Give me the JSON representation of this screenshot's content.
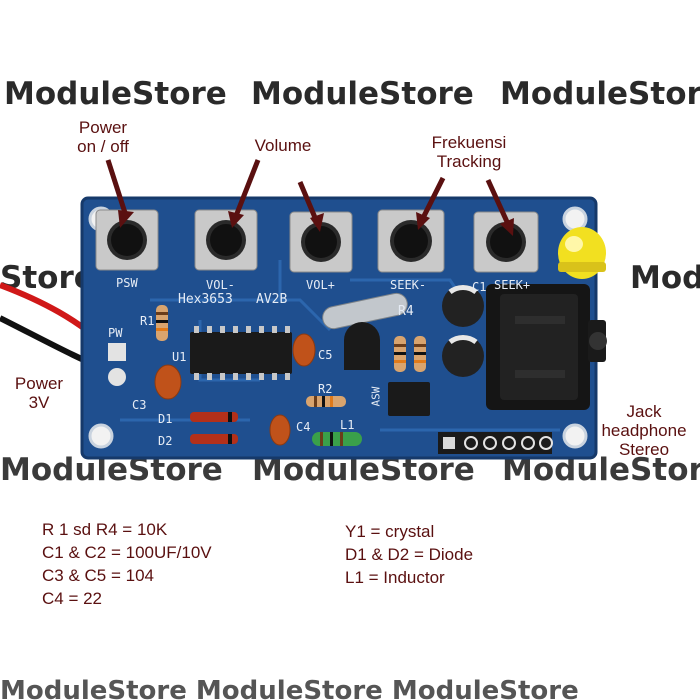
{
  "watermark": {
    "row1": [
      "ModuleStore",
      "ModuleStore",
      "ModuleStore"
    ],
    "row2_left": "Store",
    "row2_right": "Mod",
    "row3": [
      "ModuleStore",
      "ModuleStore",
      "ModuleStore"
    ],
    "row4": "ModuleStore ModuleStore ModuleStore"
  },
  "callouts": {
    "power_switch": "Power\non / off",
    "volume": "Volume",
    "tracking": "Frekuensi\nTracking",
    "power_input": "Power\n3V",
    "jack": "Jack\nheadphone\nStereo"
  },
  "silkscreen": {
    "psw": "PSW",
    "vol_minus": "VOL-",
    "vol_plus": "VOL+",
    "seek_minus": "SEEK-",
    "seek_plus": "SEEK+",
    "chip": "Hex3653",
    "version": "AV2B",
    "pw": "PW",
    "r1": "R1",
    "u1": "U1",
    "c3": "C3",
    "c5": "C5",
    "d1": "D1",
    "d2": "D2",
    "r2": "R2",
    "c4": "C4",
    "l1": "L1",
    "asw": "ASW",
    "r4": "R4",
    "c1": "C1"
  },
  "legend_left": [
    "R 1 sd R4 = 10K",
    "C1 & C2 = 100UF/10V",
    "C3 & C5 = 104",
    "C4 = 22"
  ],
  "legend_right": [
    "Y1 = crystal",
    "D1 & D2 = Diode",
    "L1 = Inductor"
  ],
  "colors": {
    "pcb": "#1f4f8f",
    "label": "#5a1010",
    "arrow": "#5a1010",
    "led": "#f2e020"
  }
}
